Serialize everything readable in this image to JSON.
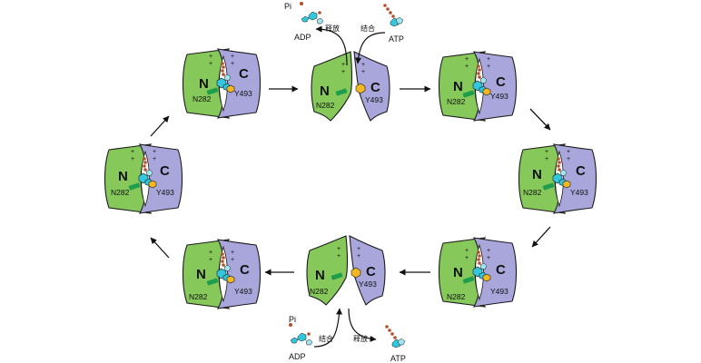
{
  "domains": {
    "n": "N",
    "c": "C"
  },
  "residues": {
    "n": "N282",
    "c": "Y493"
  },
  "charges": {
    "n": "+",
    "c": "+"
  },
  "ligands": {
    "pi": "Pi",
    "adp": "ADP",
    "atp": "ATP"
  },
  "actions": {
    "release": "释放",
    "bind": "结合"
  },
  "colors": {
    "n_domain": "#86c85a",
    "c_domain": "#a9a6dc",
    "outline": "#1b1b1b",
    "adenine": "#32c7dc",
    "phosphate": "#b5502c",
    "tyrosine": "#f3b722",
    "asparagine": "#1e9e4d"
  }
}
